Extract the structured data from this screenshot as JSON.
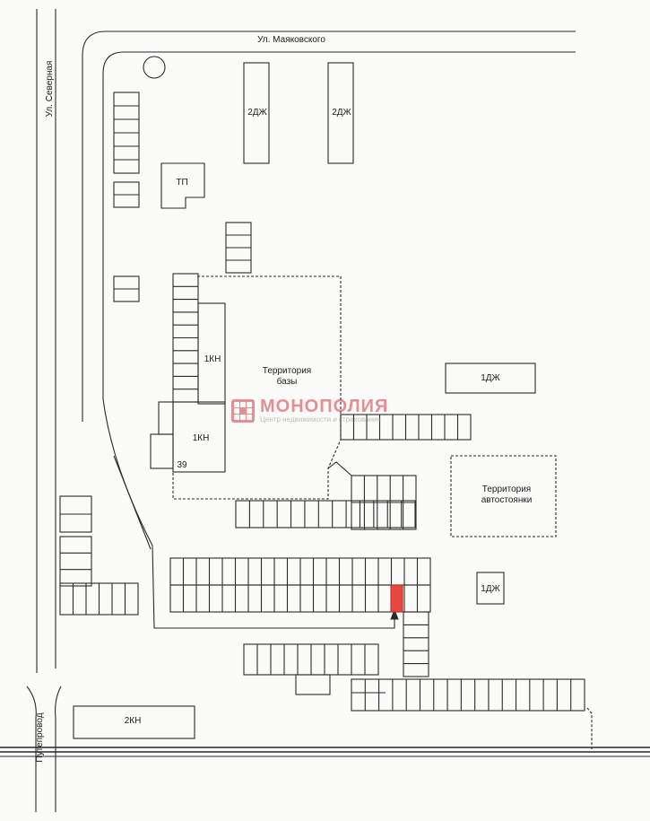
{
  "map": {
    "streets": {
      "mayakovskogo": "Ул. Маяковского",
      "severnaya": "Ул. Северная",
      "puteprovod": "Путепровод"
    },
    "buildings": {
      "b2dzh_left": "2ДЖ",
      "b2dzh_right": "2ДЖ",
      "tp": "ТП",
      "b1kn_upper": "1КН",
      "b1kn_lower": "1КН",
      "num39": "39",
      "b1dzh_upper": "1ДЖ",
      "b1dzh_lower": "1ДЖ",
      "b2kn": "2КН"
    },
    "areas": {
      "base": "Территория\nбазы",
      "parking": "Территория\nавтостоянки"
    },
    "colors": {
      "highlight": "#e8483f",
      "line": "#2a2a2a",
      "paper": "#fbfbf9"
    }
  },
  "watermark": {
    "title": "МОНОПОЛИЯ",
    "subtitle": "Центр недвижимости и страхования"
  }
}
